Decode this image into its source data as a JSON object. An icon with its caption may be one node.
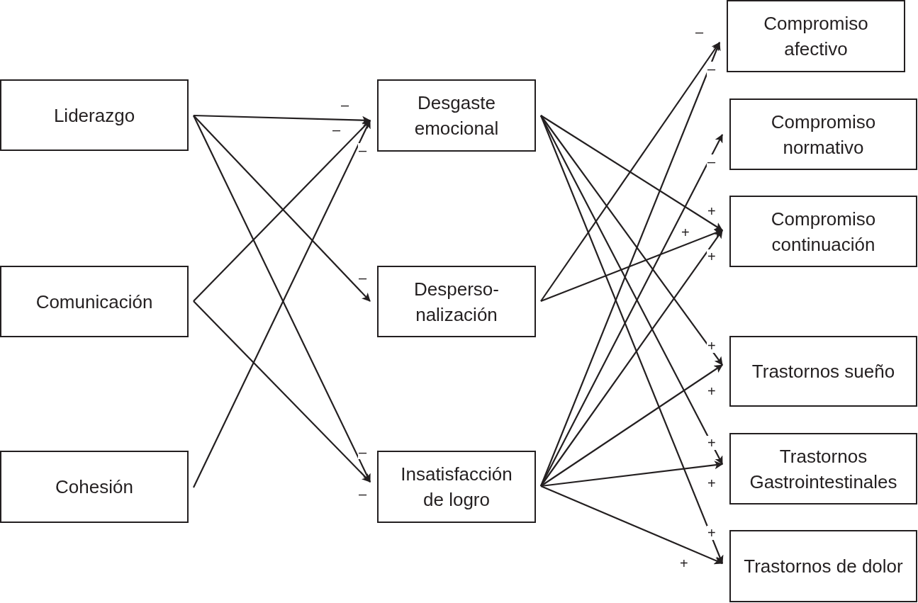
{
  "diagram": {
    "nodes": [
      {
        "text": [
          "Liderazgo"
        ]
      },
      {
        "text": [
          "Comunicación"
        ]
      },
      {
        "text": [
          "Cohesión"
        ]
      },
      {
        "text": [
          "Desgaste emocional"
        ]
      },
      {
        "text": [
          "Desperso- nalización"
        ]
      },
      {
        "text": [
          "Insatisfacción de logro"
        ]
      },
      {
        "text": [
          "Compromiso afectivo"
        ]
      },
      {
        "text": [
          "Compromiso normativo"
        ]
      },
      {
        "text": [
          "Compromiso continuación"
        ]
      },
      {
        "text": [
          "Trastornos sueño"
        ]
      },
      {
        "text": [
          "Trastornos Gastrointestinales"
        ]
      },
      {
        "text": [
          "Trastornos de dolor"
        ]
      }
    ],
    "edges": [
      {
        "from": 0,
        "to": 3,
        "arrow": "to",
        "label": "–"
      },
      {
        "from": 0,
        "to": 4,
        "arrow": "to",
        "label": "–"
      },
      {
        "from": 0,
        "to": 5,
        "arrow": "to",
        "label": "–"
      },
      {
        "from": 1,
        "to": 3,
        "arrow": "to",
        "label": "–"
      },
      {
        "from": 1,
        "to": 5,
        "arrow": "to",
        "label": "–"
      },
      {
        "from": 2,
        "to": 3,
        "arrow": "to",
        "label": "–"
      },
      {
        "from": 3,
        "to": 8,
        "arrow": "to",
        "label": "+"
      },
      {
        "from": 3,
        "to": 9,
        "arrow": "to",
        "label": "+"
      },
      {
        "from": 3,
        "to": 10,
        "arrow": "to",
        "label": "+"
      },
      {
        "from": 3,
        "to": 11,
        "arrow": "to",
        "label": "+"
      },
      {
        "from": 4,
        "to": 6,
        "arrow": "to",
        "label": "–"
      },
      {
        "from": 4,
        "to": 8,
        "arrow": "to",
        "label": "+"
      },
      {
        "from": 5,
        "to": 6,
        "arrow": "to",
        "label": "–"
      },
      {
        "from": 5,
        "to": 7,
        "arrow": "to",
        "label": "–"
      },
      {
        "from": 5,
        "to": 8,
        "arrow": "to",
        "label": "+"
      },
      {
        "from": 5,
        "to": 9,
        "arrow": "to",
        "label": "+"
      },
      {
        "from": 5,
        "to": 10,
        "arrow": "to",
        "label": "+"
      },
      {
        "from": 5,
        "to": 11,
        "arrow": "to",
        "label": "+"
      }
    ]
  }
}
